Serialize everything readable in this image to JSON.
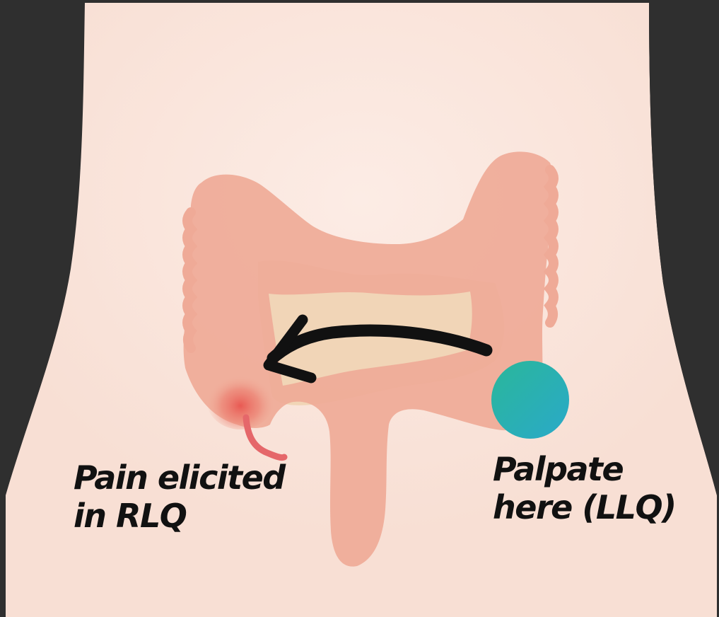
{
  "labels": {
    "pain_line1": "Pain elicited",
    "pain_line2": "in RLQ",
    "palpate_line1": "Palpate",
    "palpate_line2": "here (LLQ)"
  },
  "colors": {
    "frame": "#2f2f2f",
    "skin": "#f8dfd4",
    "skin_highlight": "#fcebe4",
    "colon": "#efaa97",
    "colon_inner": "#f3bba9",
    "small_intestine": "#f0d4b4",
    "inflamed_area": "#e8554f",
    "appendix": "#e5676a",
    "arrow": "#111111",
    "palpation_marker_start": "#2ab79a",
    "palpation_marker_end": "#2aa9c9",
    "label_text": "#111111"
  }
}
